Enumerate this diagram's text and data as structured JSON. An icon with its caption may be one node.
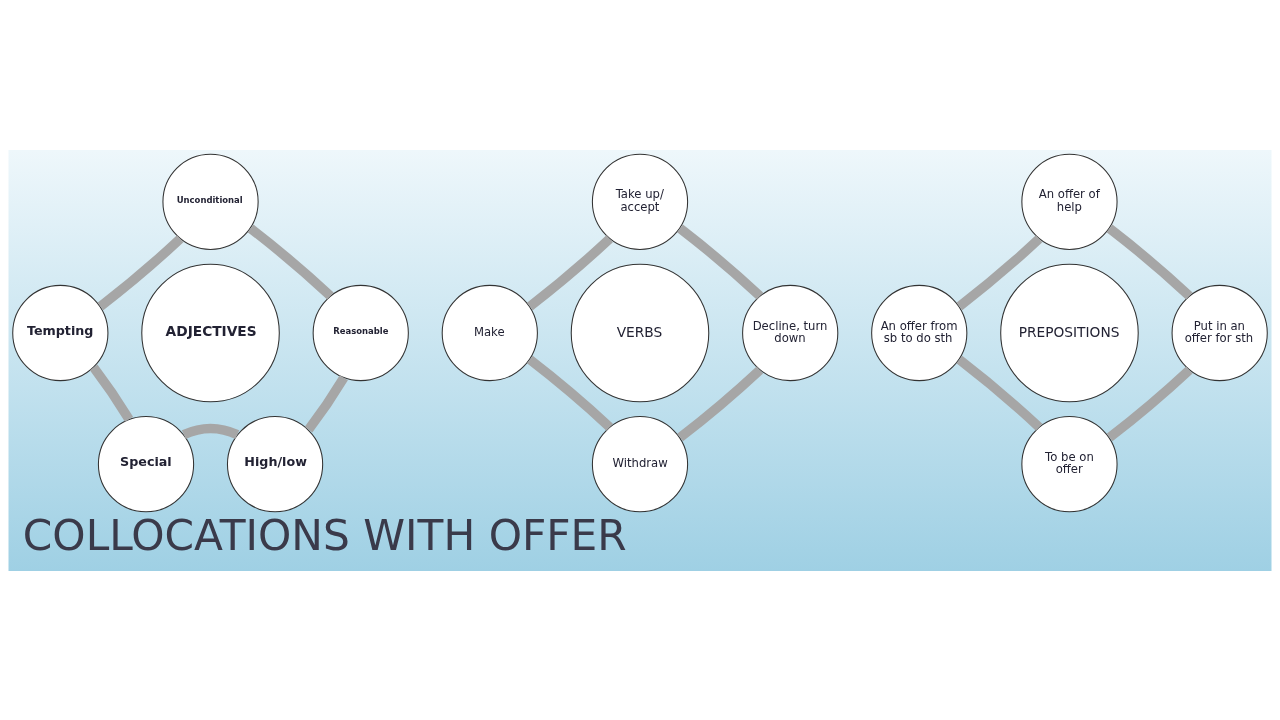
{
  "diagram": {
    "title": "COLLOCATIONS WITH OFFER",
    "nodes": [
      {
        "text": [
          "ADJECTIVES"
        ]
      },
      {
        "text": [
          "Unconditional"
        ]
      },
      {
        "text": [
          "Reasonable"
        ]
      },
      {
        "text": [
          "High/low"
        ]
      },
      {
        "text": [
          "Special"
        ]
      },
      {
        "text": [
          "Tempting"
        ]
      },
      {
        "text": [
          "VERBS"
        ]
      },
      {
        "text": [
          "Take up/ accept"
        ]
      },
      {
        "text": [
          "Decline, turn down"
        ]
      },
      {
        "text": [
          "Withdraw"
        ]
      },
      {
        "text": [
          "Make"
        ]
      },
      {
        "text": [
          "PREPOSITIONS"
        ]
      },
      {
        "text": [
          "An offer of help"
        ]
      },
      {
        "text": [
          "Put in an offer for sth"
        ]
      },
      {
        "text": [
          "To be on offer"
        ]
      },
      {
        "text": [
          "An offer from sb to do sth"
        ]
      }
    ],
    "edges": [
      {
        "from": 1,
        "to": 2,
        "arrow": "none"
      },
      {
        "from": 2,
        "to": 3,
        "arrow": "none"
      },
      {
        "from": 3,
        "to": 4,
        "arrow": "none"
      },
      {
        "from": 4,
        "to": 5,
        "arrow": "none"
      },
      {
        "from": 5,
        "to": 1,
        "arrow": "none"
      },
      {
        "from": 7,
        "to": 8,
        "arrow": "none"
      },
      {
        "from": 8,
        "to": 9,
        "arrow": "none"
      },
      {
        "from": 9,
        "to": 10,
        "arrow": "none"
      },
      {
        "from": 10,
        "to": 7,
        "arrow": "none"
      },
      {
        "from": 12,
        "to": 13,
        "arrow": "none"
      },
      {
        "from": 13,
        "to": 14,
        "arrow": "none"
      },
      {
        "from": 14,
        "to": 15,
        "arrow": "none"
      },
      {
        "from": 15,
        "to": 12,
        "arrow": "none"
      }
    ]
  }
}
